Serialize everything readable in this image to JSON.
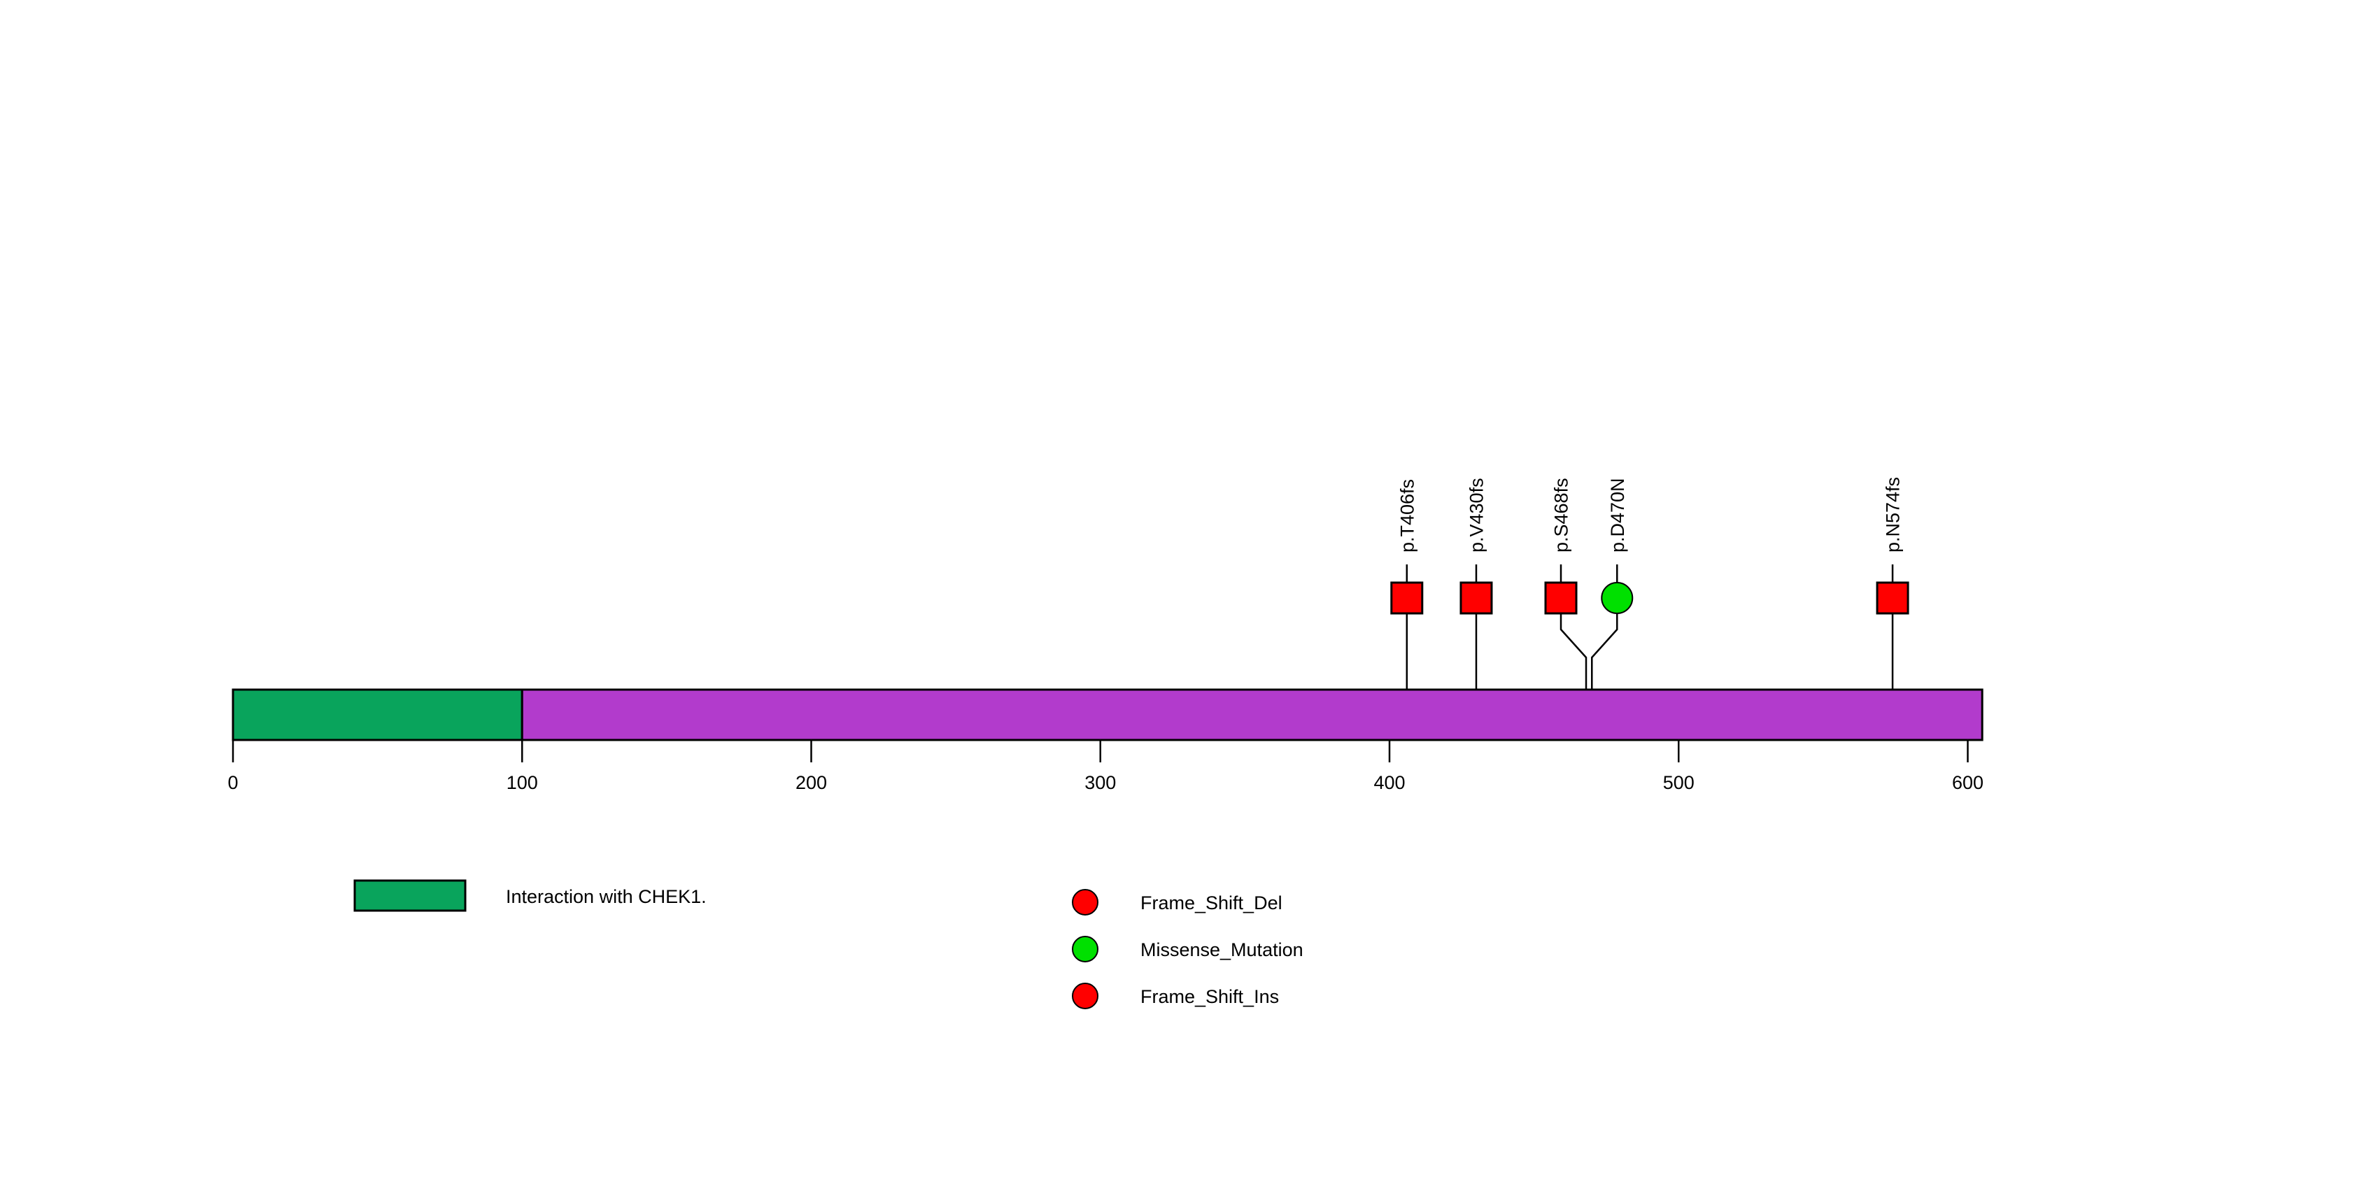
{
  "chart_data": {
    "type": "lollipop",
    "title": "",
    "xlabel": "",
    "ylabel": "",
    "xlim": [
      0,
      605
    ],
    "grid": false,
    "protein_length": 605,
    "axis": {
      "ticks": [
        0,
        100,
        200,
        300,
        400,
        500,
        600
      ],
      "tick_labels": [
        "0",
        "100",
        "200",
        "300",
        "400",
        "500",
        "600"
      ]
    },
    "domains": [
      {
        "name": "Interaction with CHEK1.",
        "start": 0,
        "end": 100,
        "color": "#09A45C"
      },
      {
        "name": "",
        "start": 100,
        "end": 605,
        "color": "#B23BCC"
      }
    ],
    "mutations": [
      {
        "label": "p.T406fs",
        "position": 406,
        "type": "Frame_Shift_Del",
        "shape": "square",
        "color": "#FF0000",
        "offset": 0
      },
      {
        "label": "p.V430fs",
        "position": 430,
        "type": "Frame_Shift_Del",
        "shape": "square",
        "color": "#FF0000",
        "offset": 0
      },
      {
        "label": "p.S468fs",
        "position": 468,
        "type": "Frame_Shift_Ins",
        "shape": "square",
        "color": "#FF0000",
        "offset": -1
      },
      {
        "label": "p.D470N",
        "position": 470,
        "type": "Missense_Mutation",
        "shape": "circle",
        "color": "#00E000",
        "offset": 1
      },
      {
        "label": "p.N574fs",
        "position": 574,
        "type": "Frame_Shift_Del",
        "shape": "square",
        "color": "#FF0000",
        "offset": 0
      }
    ],
    "legend_domain": [
      {
        "label": "Interaction with CHEK1.",
        "color": "#09A45C"
      }
    ],
    "legend_mutation": [
      {
        "label": "Frame_Shift_Del",
        "color": "#FF0000"
      },
      {
        "label": "Missense_Mutation",
        "color": "#00E000"
      },
      {
        "label": "Frame_Shift_Ins",
        "color": "#FF0000"
      }
    ]
  }
}
